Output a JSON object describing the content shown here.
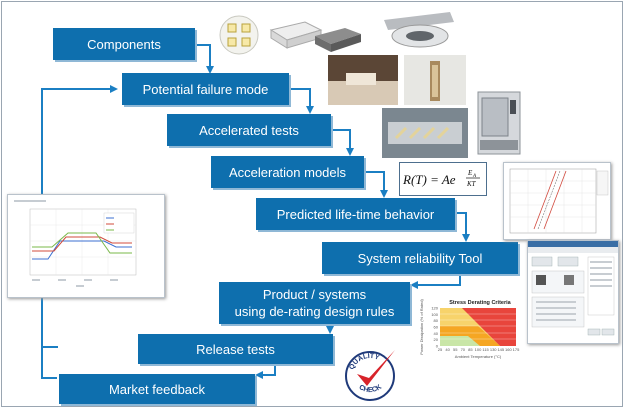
{
  "steps": [
    {
      "id": "components",
      "label": "Components"
    },
    {
      "id": "failure",
      "label": "Potential failure mode"
    },
    {
      "id": "accelerated",
      "label": "Accelerated tests"
    },
    {
      "id": "models",
      "label": "Acceleration models"
    },
    {
      "id": "lifetime",
      "label": "Predicted life-time behavior"
    },
    {
      "id": "tool",
      "label": "System reliability Tool"
    },
    {
      "id": "product",
      "label_line1": "Product / systems",
      "label_line2": "using de-rating design rules"
    },
    {
      "id": "release",
      "label": "Release tests"
    },
    {
      "id": "market",
      "label": "Market feedback"
    }
  ],
  "formula": {
    "lhs": "R(T) = Ae",
    "exp_num": "E",
    "exp_num_sub": "A",
    "exp_den": "KT"
  },
  "derating_chart": {
    "title": "Stress Derating Criteria",
    "x_ticks": [
      "25",
      "40",
      "55",
      "70",
      "85",
      "100",
      "115",
      "130",
      "145",
      "160",
      "175"
    ],
    "y_ticks": [
      "120",
      "100",
      "80",
      "60",
      "40",
      "20",
      "0"
    ],
    "xlabel": "Ambient Temperature (°C)",
    "ylabel": "Power Dissipation (% of Rated)",
    "zone_colors": [
      "#e8453c",
      "#f5a623",
      "#f7d36b"
    ]
  },
  "quality_badge": {
    "line1": "QUALITY",
    "line2": "CHECK"
  },
  "colors": {
    "step": "#0e6fae",
    "arrow": "#1b7fc3"
  }
}
